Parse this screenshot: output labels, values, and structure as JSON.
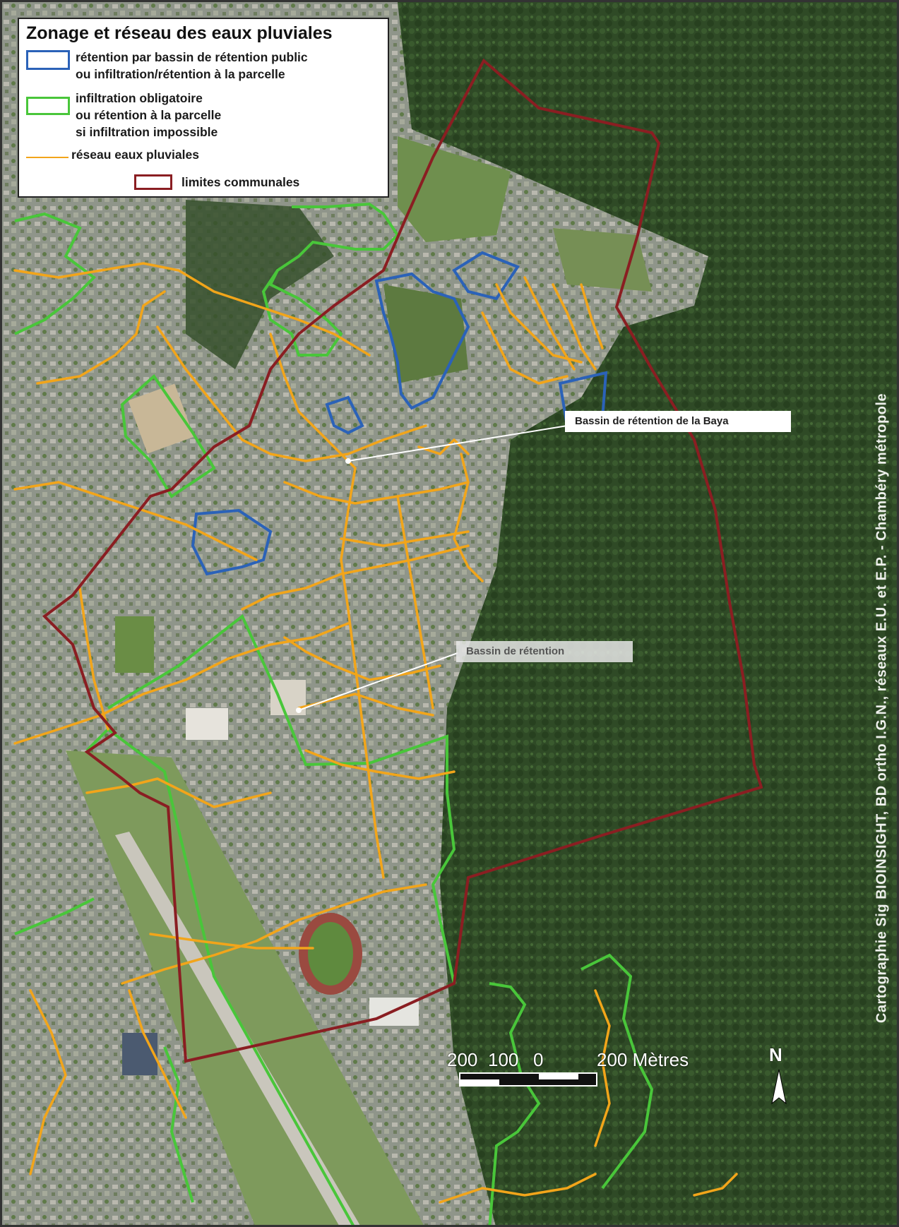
{
  "legend": {
    "title": "Zonage et réseau  des eaux pluviales",
    "items": [
      {
        "lines": [
          "rétention par bassin de rétention public",
          "ou infiltration/rétention à la parcelle"
        ],
        "color": "#2b62b8",
        "kind": "box"
      },
      {
        "lines": [
          "infiltration obligatoire",
          "ou rétention à la parcelle",
          "si infiltration impossible"
        ],
        "color": "#49c63a",
        "kind": "box"
      },
      {
        "lines": [
          "réseau eaux pluviales"
        ],
        "color": "#f2a51a",
        "kind": "line"
      },
      {
        "lines": [
          "limites communales"
        ],
        "color": "#8a1e22",
        "kind": "box"
      }
    ]
  },
  "callouts": {
    "baya": "Bassin de rétention de la Baya",
    "retention": "Bassin de rétention"
  },
  "scale": {
    "labels": [
      "200",
      "100",
      "0",
      "200 Mètres"
    ]
  },
  "north_label": "N",
  "credit": "Cartographie Sig BIOINSIGHT, BD ortho I.G.N., réseaux E.U. et E.P. - Chambéry métropole",
  "colors": {
    "forest": "#2f4a26",
    "urban": "#8f958a",
    "meadow": "#6f8f4e",
    "airfield": "#7e9a5c",
    "blue_zone": "#2b62b8",
    "green_zone": "#49c63a",
    "storm_network": "#f2a51a",
    "commune_limit": "#8a1e22"
  }
}
